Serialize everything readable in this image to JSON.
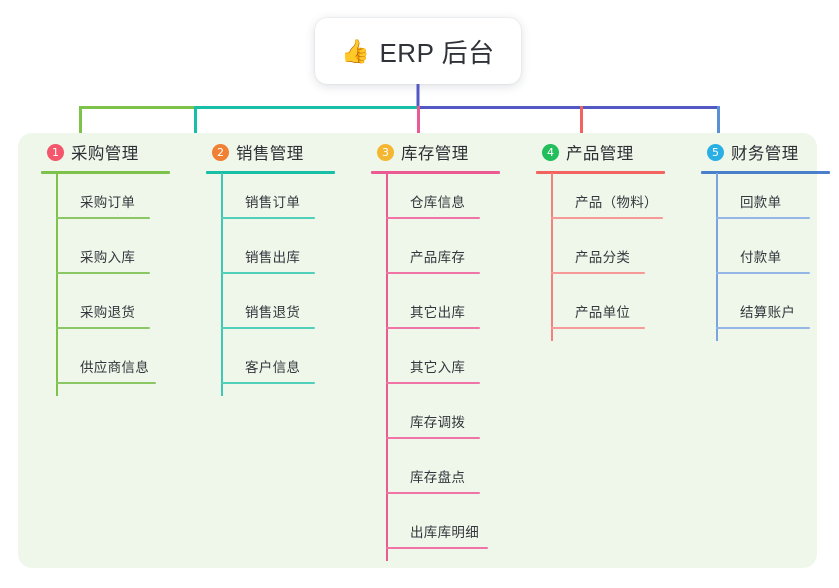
{
  "root": {
    "emoji": "👍",
    "emoji_name": "thumbs-up-icon",
    "title": "ERP 后台"
  },
  "colors": {
    "panel_background": "#EFF7EA",
    "page_background": "#FFFFFF",
    "root_line": "#5258C4",
    "trunk_left": "#7DC24B",
    "trunk_mid": "#16BFA5",
    "trunk_right": "#5258C4"
  },
  "connectors": {
    "root_stem": {
      "color": "#5258C4"
    },
    "bus_segments": [
      {
        "color": "#7DC24B",
        "label": "green-segment"
      },
      {
        "color": "#16BFA5",
        "label": "teal-segment"
      },
      {
        "color": "#5258C4",
        "label": "blue-segment"
      }
    ],
    "drops": [
      {
        "color": "#7DC24B"
      },
      {
        "color": "#16BFA5"
      },
      {
        "color": "#EC5A93"
      },
      {
        "color": "#F2635F"
      },
      {
        "color": "#5B8FD6"
      }
    ]
  },
  "columns": [
    {
      "index": "1",
      "title": "采购管理",
      "badge_color": "#F4566B",
      "line_color": "#7DC24B",
      "items": [
        {
          "label": "采购订单"
        },
        {
          "label": "采购入库"
        },
        {
          "label": "采购退货"
        },
        {
          "label": "供应商信息"
        }
      ]
    },
    {
      "index": "2",
      "title": "销售管理",
      "badge_color": "#F08033",
      "line_color": "#16BFA5",
      "items": [
        {
          "label": "销售订单"
        },
        {
          "label": "销售出库"
        },
        {
          "label": "销售退货"
        },
        {
          "label": "客户信息"
        }
      ]
    },
    {
      "index": "3",
      "title": "库存管理",
      "badge_color": "#F5B731",
      "line_color": "#EC5A93",
      "items": [
        {
          "label": "仓库信息"
        },
        {
          "label": "产品库存"
        },
        {
          "label": "其它出库"
        },
        {
          "label": "其它入库"
        },
        {
          "label": "库存调拨"
        },
        {
          "label": "库存盘点"
        },
        {
          "label": "出库库明细"
        }
      ]
    },
    {
      "index": "4",
      "title": "产品管理",
      "badge_color": "#22BE5C",
      "line_color": "#F2635F",
      "items": [
        {
          "label": "产品（物料）"
        },
        {
          "label": "产品分类"
        },
        {
          "label": "产品单位"
        }
      ]
    },
    {
      "index": "5",
      "title": "财务管理",
      "badge_color": "#2AAFE5",
      "line_color": "#5B8FD6",
      "items": [
        {
          "label": "回款单"
        },
        {
          "label": "付款单"
        },
        {
          "label": "结算账户"
        }
      ]
    }
  ]
}
